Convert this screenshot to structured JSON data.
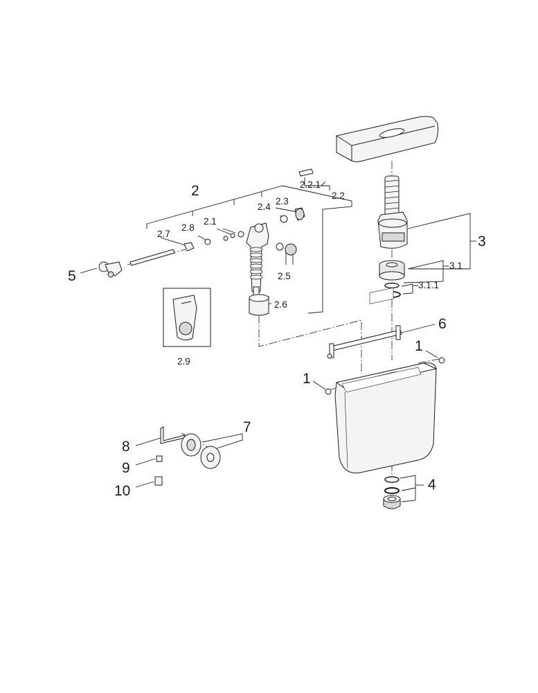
{
  "labels": {
    "l1a": "1",
    "l1b": "1",
    "l2": "2",
    "l2_1": "2.1",
    "l2_2": "2.2",
    "l2_2_1": "2.2.1",
    "l2_3": "2.3",
    "l2_4": "2.4",
    "l2_5": "2.5",
    "l2_6": "2.6",
    "l2_7": "2.7",
    "l2_8": "2.8",
    "l2_9": "2.9",
    "l3": "3",
    "l3_1": "3.1",
    "l3_1_1": "3.1.1",
    "l4": "4",
    "l5": "5",
    "l6": "6",
    "l7": "7",
    "l8": "8",
    "l9": "9",
    "l10": "10"
  },
  "colors": {
    "ink": "#1a1a1a",
    "part_fill": "#f4f4f4",
    "part_shade": "#d9d9d9"
  }
}
